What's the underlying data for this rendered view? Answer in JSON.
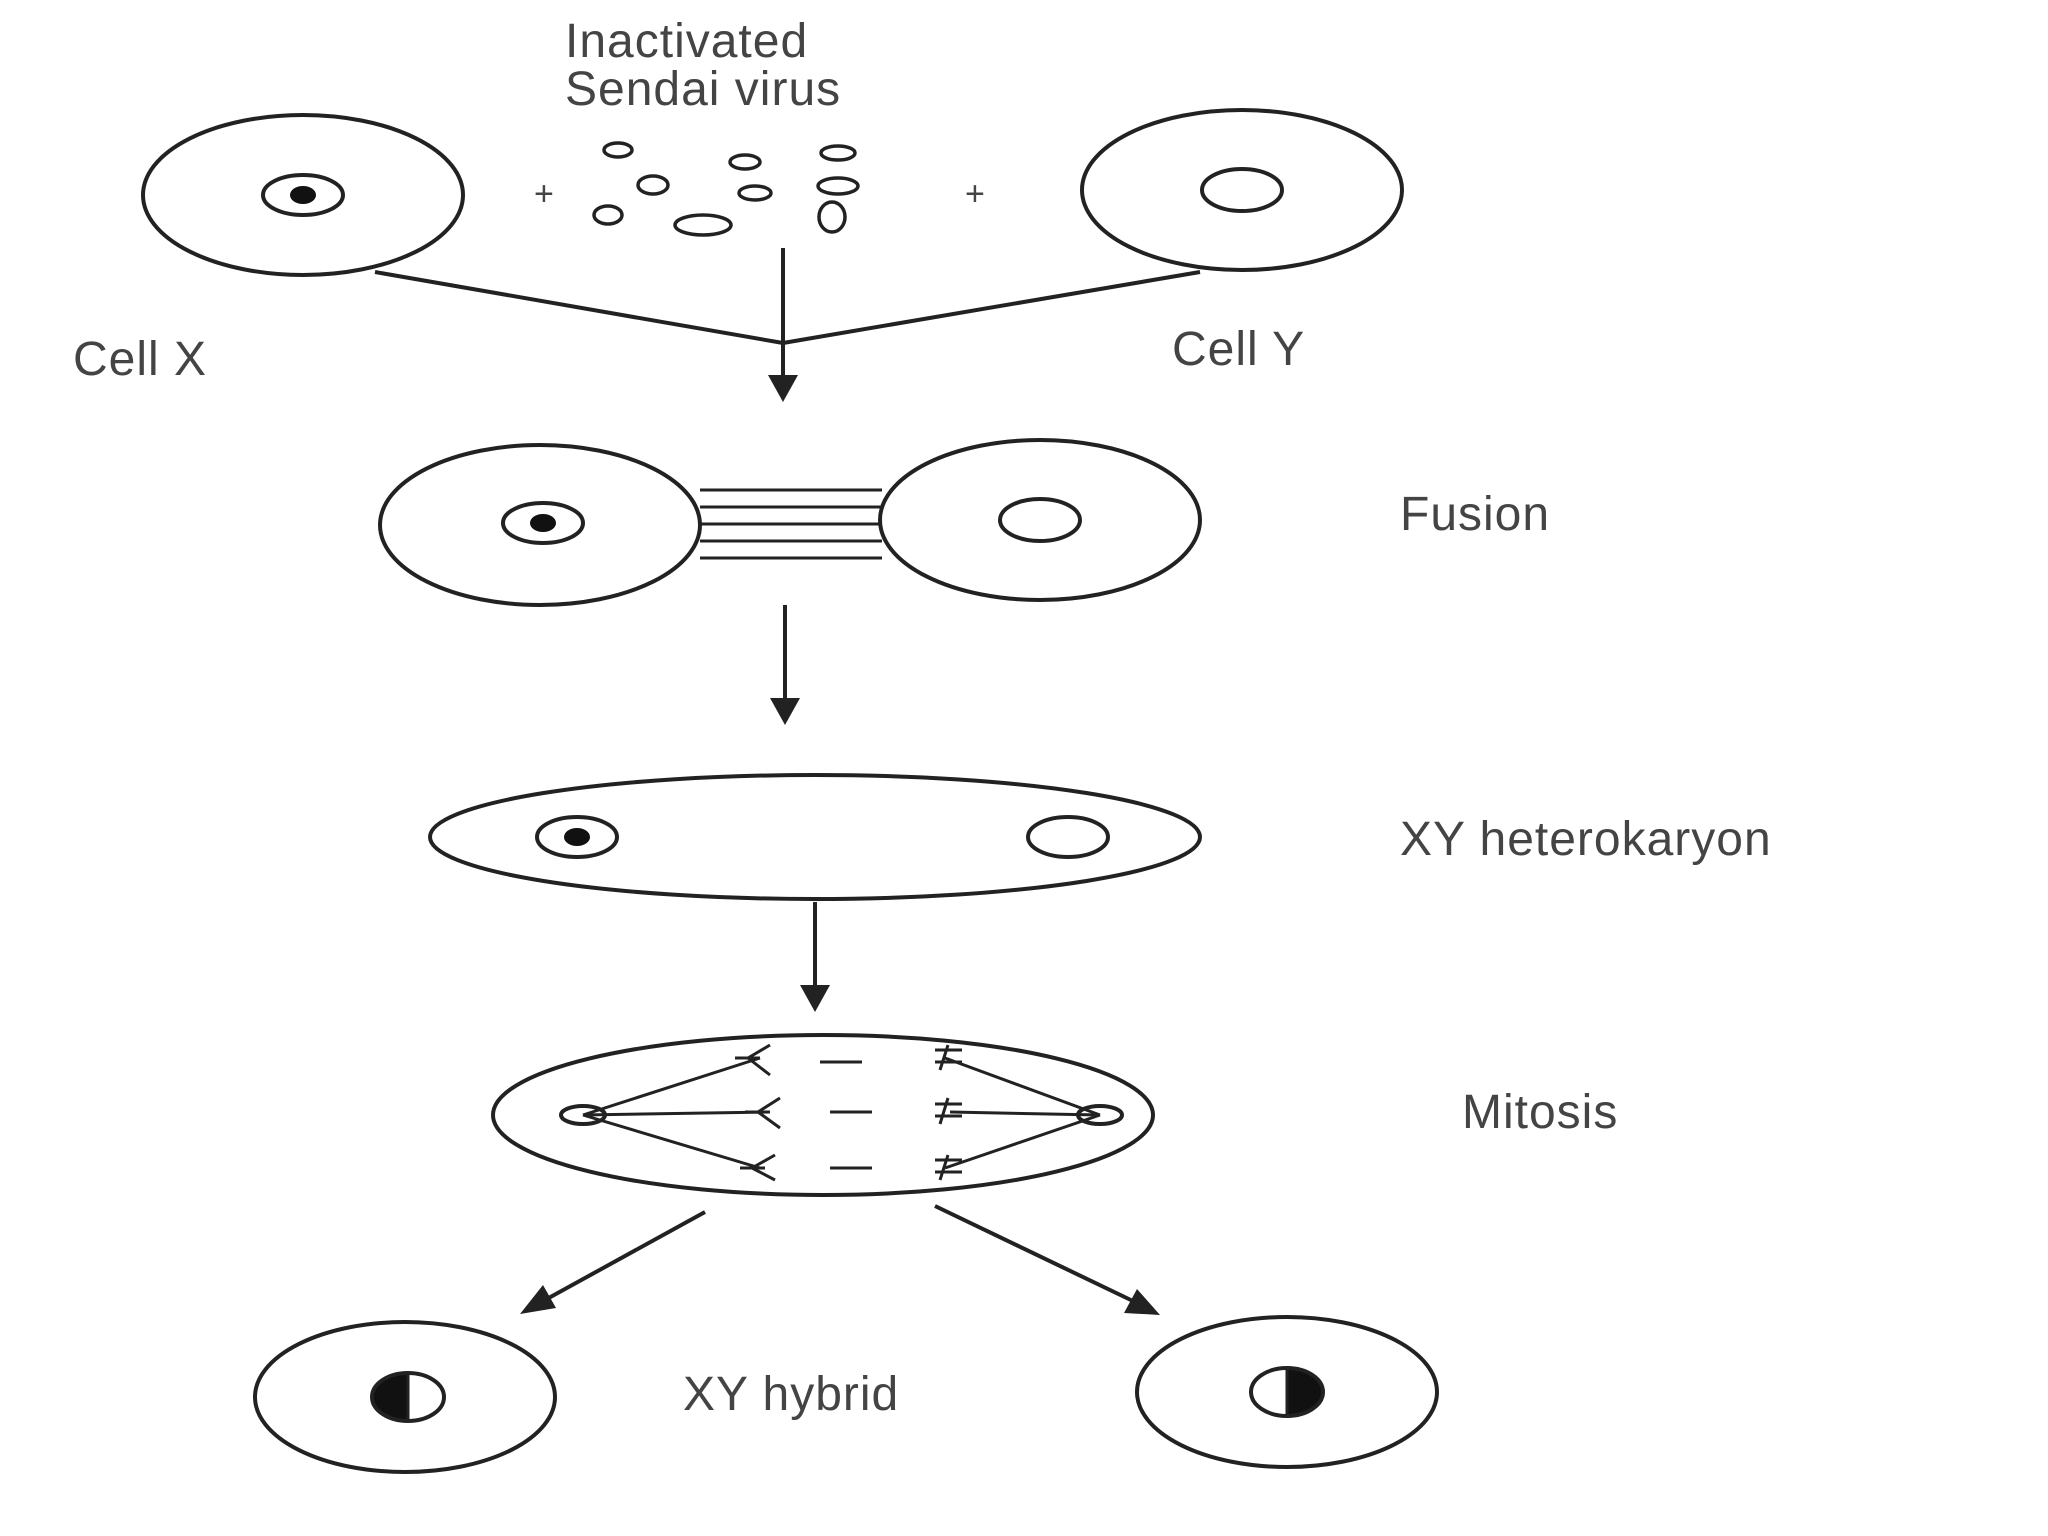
{
  "labels": {
    "virus_line1": "Inactivated",
    "virus_line2": "Sendai virus",
    "cell_x": "Cell X",
    "cell_y": "Cell Y",
    "fusion": "Fusion",
    "heterokaryon": "XY heterokaryon",
    "mitosis": "Mitosis",
    "hybrid": "XY hybrid"
  },
  "symbols": {
    "plus": "+"
  },
  "colors": {
    "stroke": "#222222",
    "text": "#444444",
    "background": "#ffffff"
  }
}
